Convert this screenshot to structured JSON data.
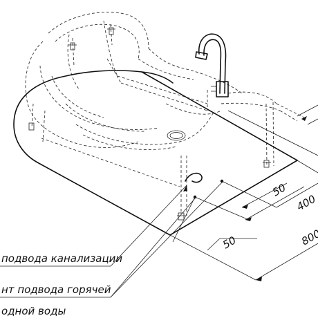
{
  "labels": {
    "drain_point": "подвода канализации",
    "hot_point": "нт подвода горячей",
    "cold_point": "одной воды"
  },
  "dimensions": {
    "d_50_small": "50",
    "d_400": "400",
    "d_800": "800",
    "d_50_left": "50"
  }
}
